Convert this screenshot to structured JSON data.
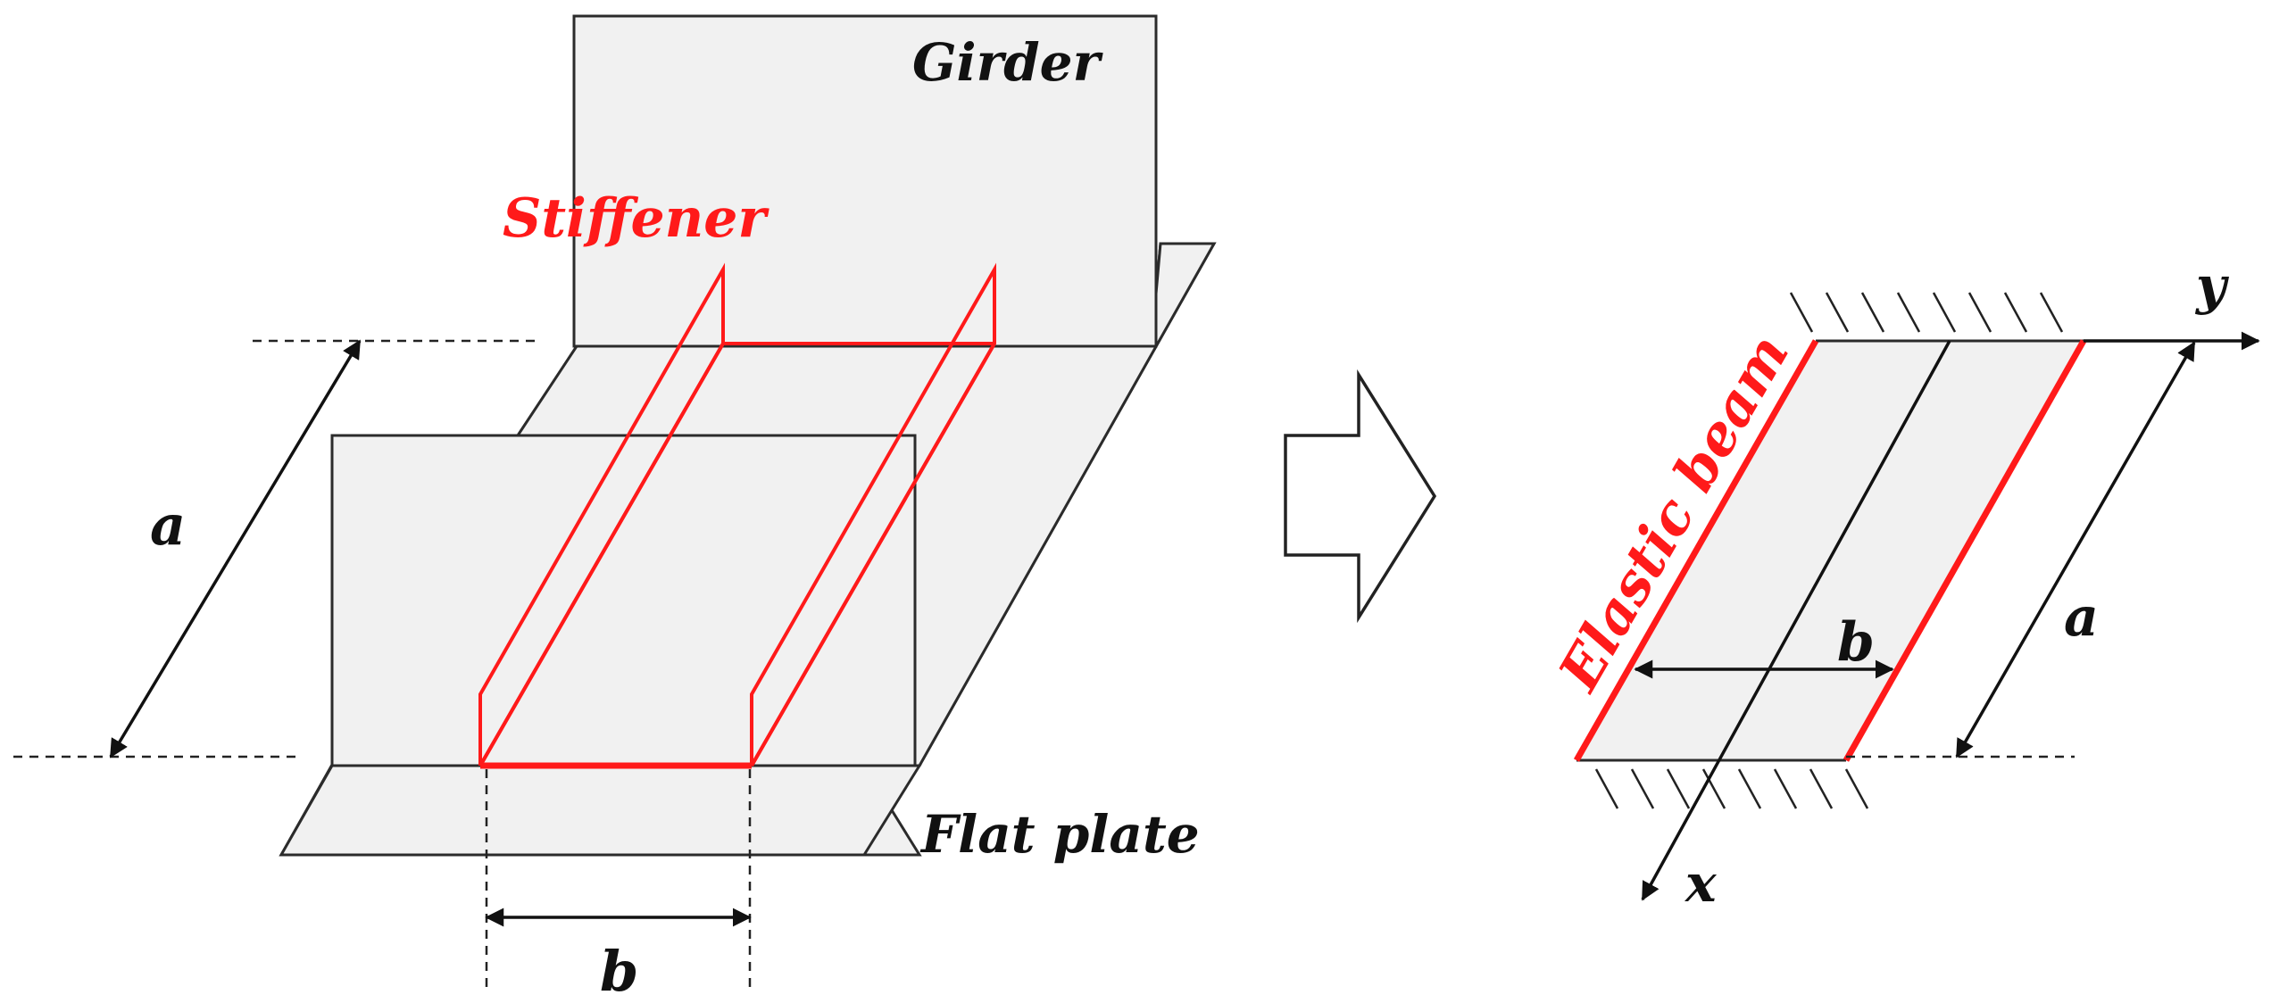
{
  "left_figure": {
    "girder_label": "Girder",
    "stiffener_label": "Stiffener",
    "flat_plate_label": "Flat plate",
    "length_label": "a",
    "width_label": "b"
  },
  "transition_arrow": {
    "icon": "hollow-right-arrow-icon"
  },
  "right_figure": {
    "elastic_beam_label": "Elastic beam",
    "y_axis_label": "y",
    "x_axis_label": "x",
    "length_label": "a",
    "width_label": "b"
  },
  "colors": {
    "stiffener": "#ff1a1a",
    "plate_fill": "#f1f1f1",
    "outline": "#2b2b2b"
  }
}
